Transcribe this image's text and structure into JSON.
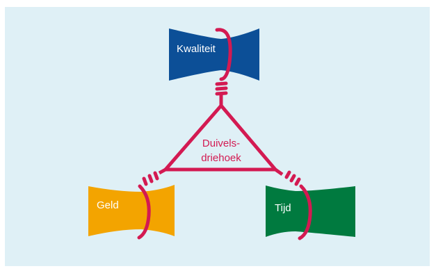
{
  "colors": {
    "background": "#dff0f6",
    "rope": "#d31a52",
    "quality": "#0c4f97",
    "money": "#f3a400",
    "time": "#007a3f"
  },
  "nodes": {
    "quality": {
      "label": "Kwaliteit"
    },
    "money": {
      "label": "Geld"
    },
    "time": {
      "label": "Tijd"
    }
  },
  "center": {
    "line1": "Duivels-",
    "line2": "driehoek"
  }
}
